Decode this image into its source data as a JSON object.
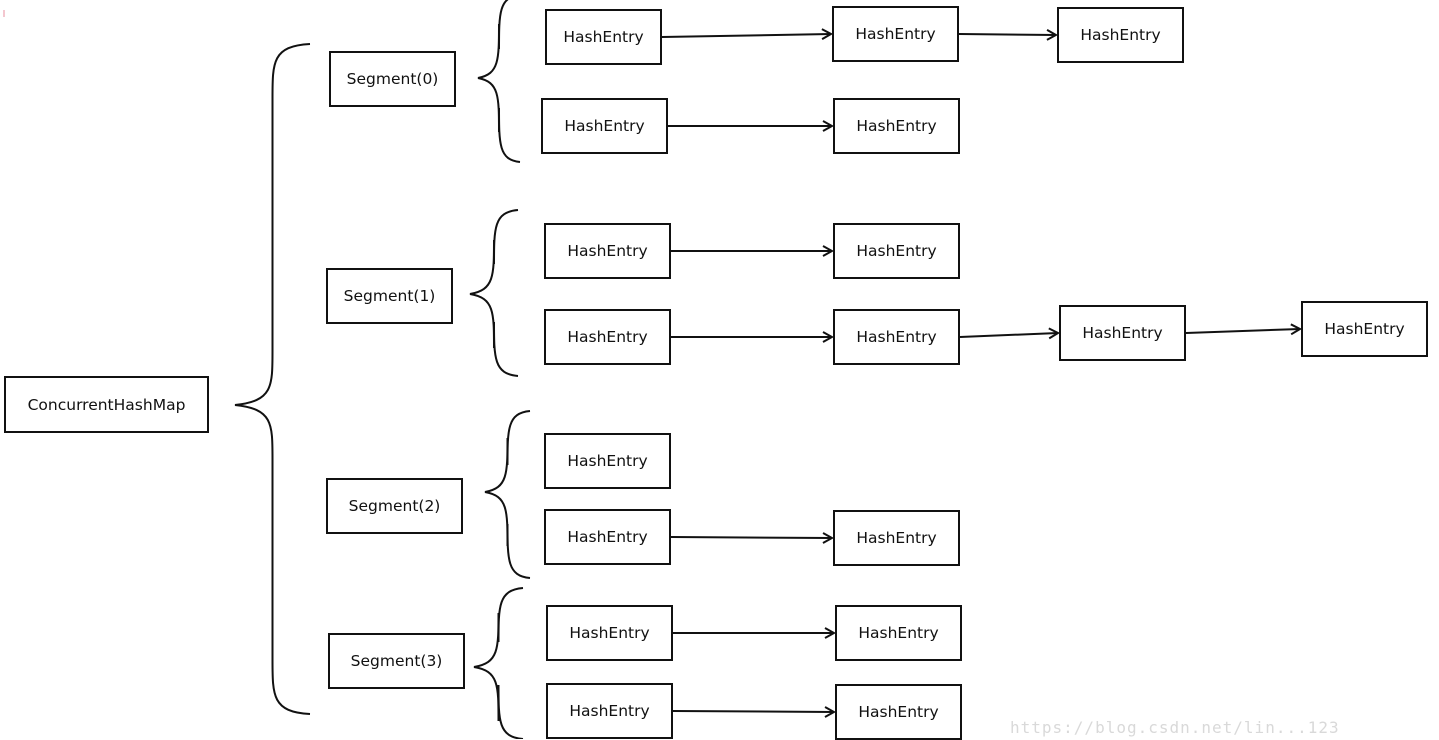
{
  "root": {
    "label": "ConcurrentHashMap"
  },
  "segments": [
    {
      "label": "Segment(0)",
      "buckets": [
        [
          "HashEntry",
          "HashEntry",
          "HashEntry"
        ],
        [
          "HashEntry",
          "HashEntry"
        ]
      ]
    },
    {
      "label": "Segment(1)",
      "buckets": [
        [
          "HashEntry",
          "HashEntry"
        ],
        [
          "HashEntry",
          "HashEntry",
          "HashEntry",
          "HashEntry"
        ]
      ]
    },
    {
      "label": "Segment(2)",
      "buckets": [
        [
          "HashEntry"
        ],
        [
          "HashEntry",
          "HashEntry"
        ]
      ]
    },
    {
      "label": "Segment(3)",
      "buckets": [
        [
          "HashEntry",
          "HashEntry"
        ],
        [
          "HashEntry",
          "HashEntry"
        ]
      ]
    }
  ],
  "watermark": "https://blog.csdn.net/lin...123"
}
